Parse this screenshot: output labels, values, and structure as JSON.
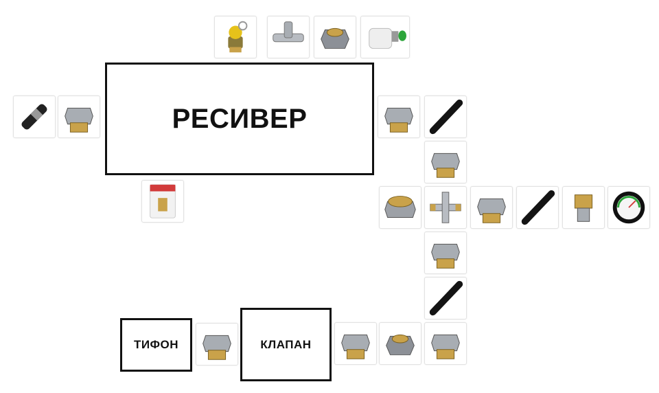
{
  "labels": {
    "receiver": "РЕСИВЕР",
    "tifon": "ТИФОН",
    "klapan": "КЛАПАН"
  },
  "colors": {
    "brass": "#c9a24a",
    "chrome": "#b8bcc2",
    "hose": "#141414",
    "border": "#111111"
  },
  "parts": {
    "top": [
      "safety-valve-icon",
      "tee-fitting-icon",
      "reducer-nut-icon",
      "pressure-switch-icon"
    ],
    "left": [
      "tube-icon",
      "hex-adapter-icon"
    ],
    "below_receiver": [
      "blister-pack-icon"
    ],
    "right_column": [
      "hex-adapter-icon",
      "hose-icon",
      "hex-adapter-icon",
      "large-adapter-icon",
      "cross-fitting-icon",
      "hex-adapter-icon",
      "hose-icon",
      "brass-adapter-icon",
      "pressure-gauge-icon",
      "hex-adapter-icon",
      "hose-icon",
      "hex-adapter-icon"
    ],
    "bottom_row": [
      "hex-adapter-icon",
      "hex-adapter-icon",
      "reducer-nut-icon"
    ]
  }
}
